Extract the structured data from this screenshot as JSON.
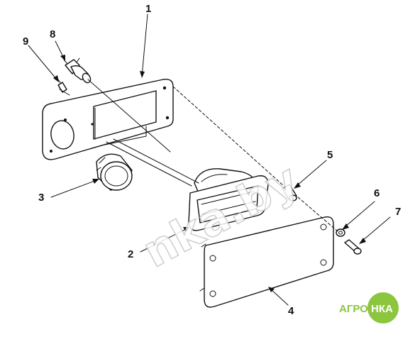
{
  "callouts": {
    "c1": "1",
    "c2": "2",
    "c3": "3",
    "c4": "4",
    "c5": "5",
    "c6": "6",
    "c7": "7",
    "c8": "8",
    "c9": "9"
  },
  "watermark": {
    "text": "nka.by"
  },
  "logo": {
    "part1": "АГРО",
    "part2": "НКА",
    "colors": {
      "green": "#8cc63f",
      "white": "#ffffff"
    }
  }
}
